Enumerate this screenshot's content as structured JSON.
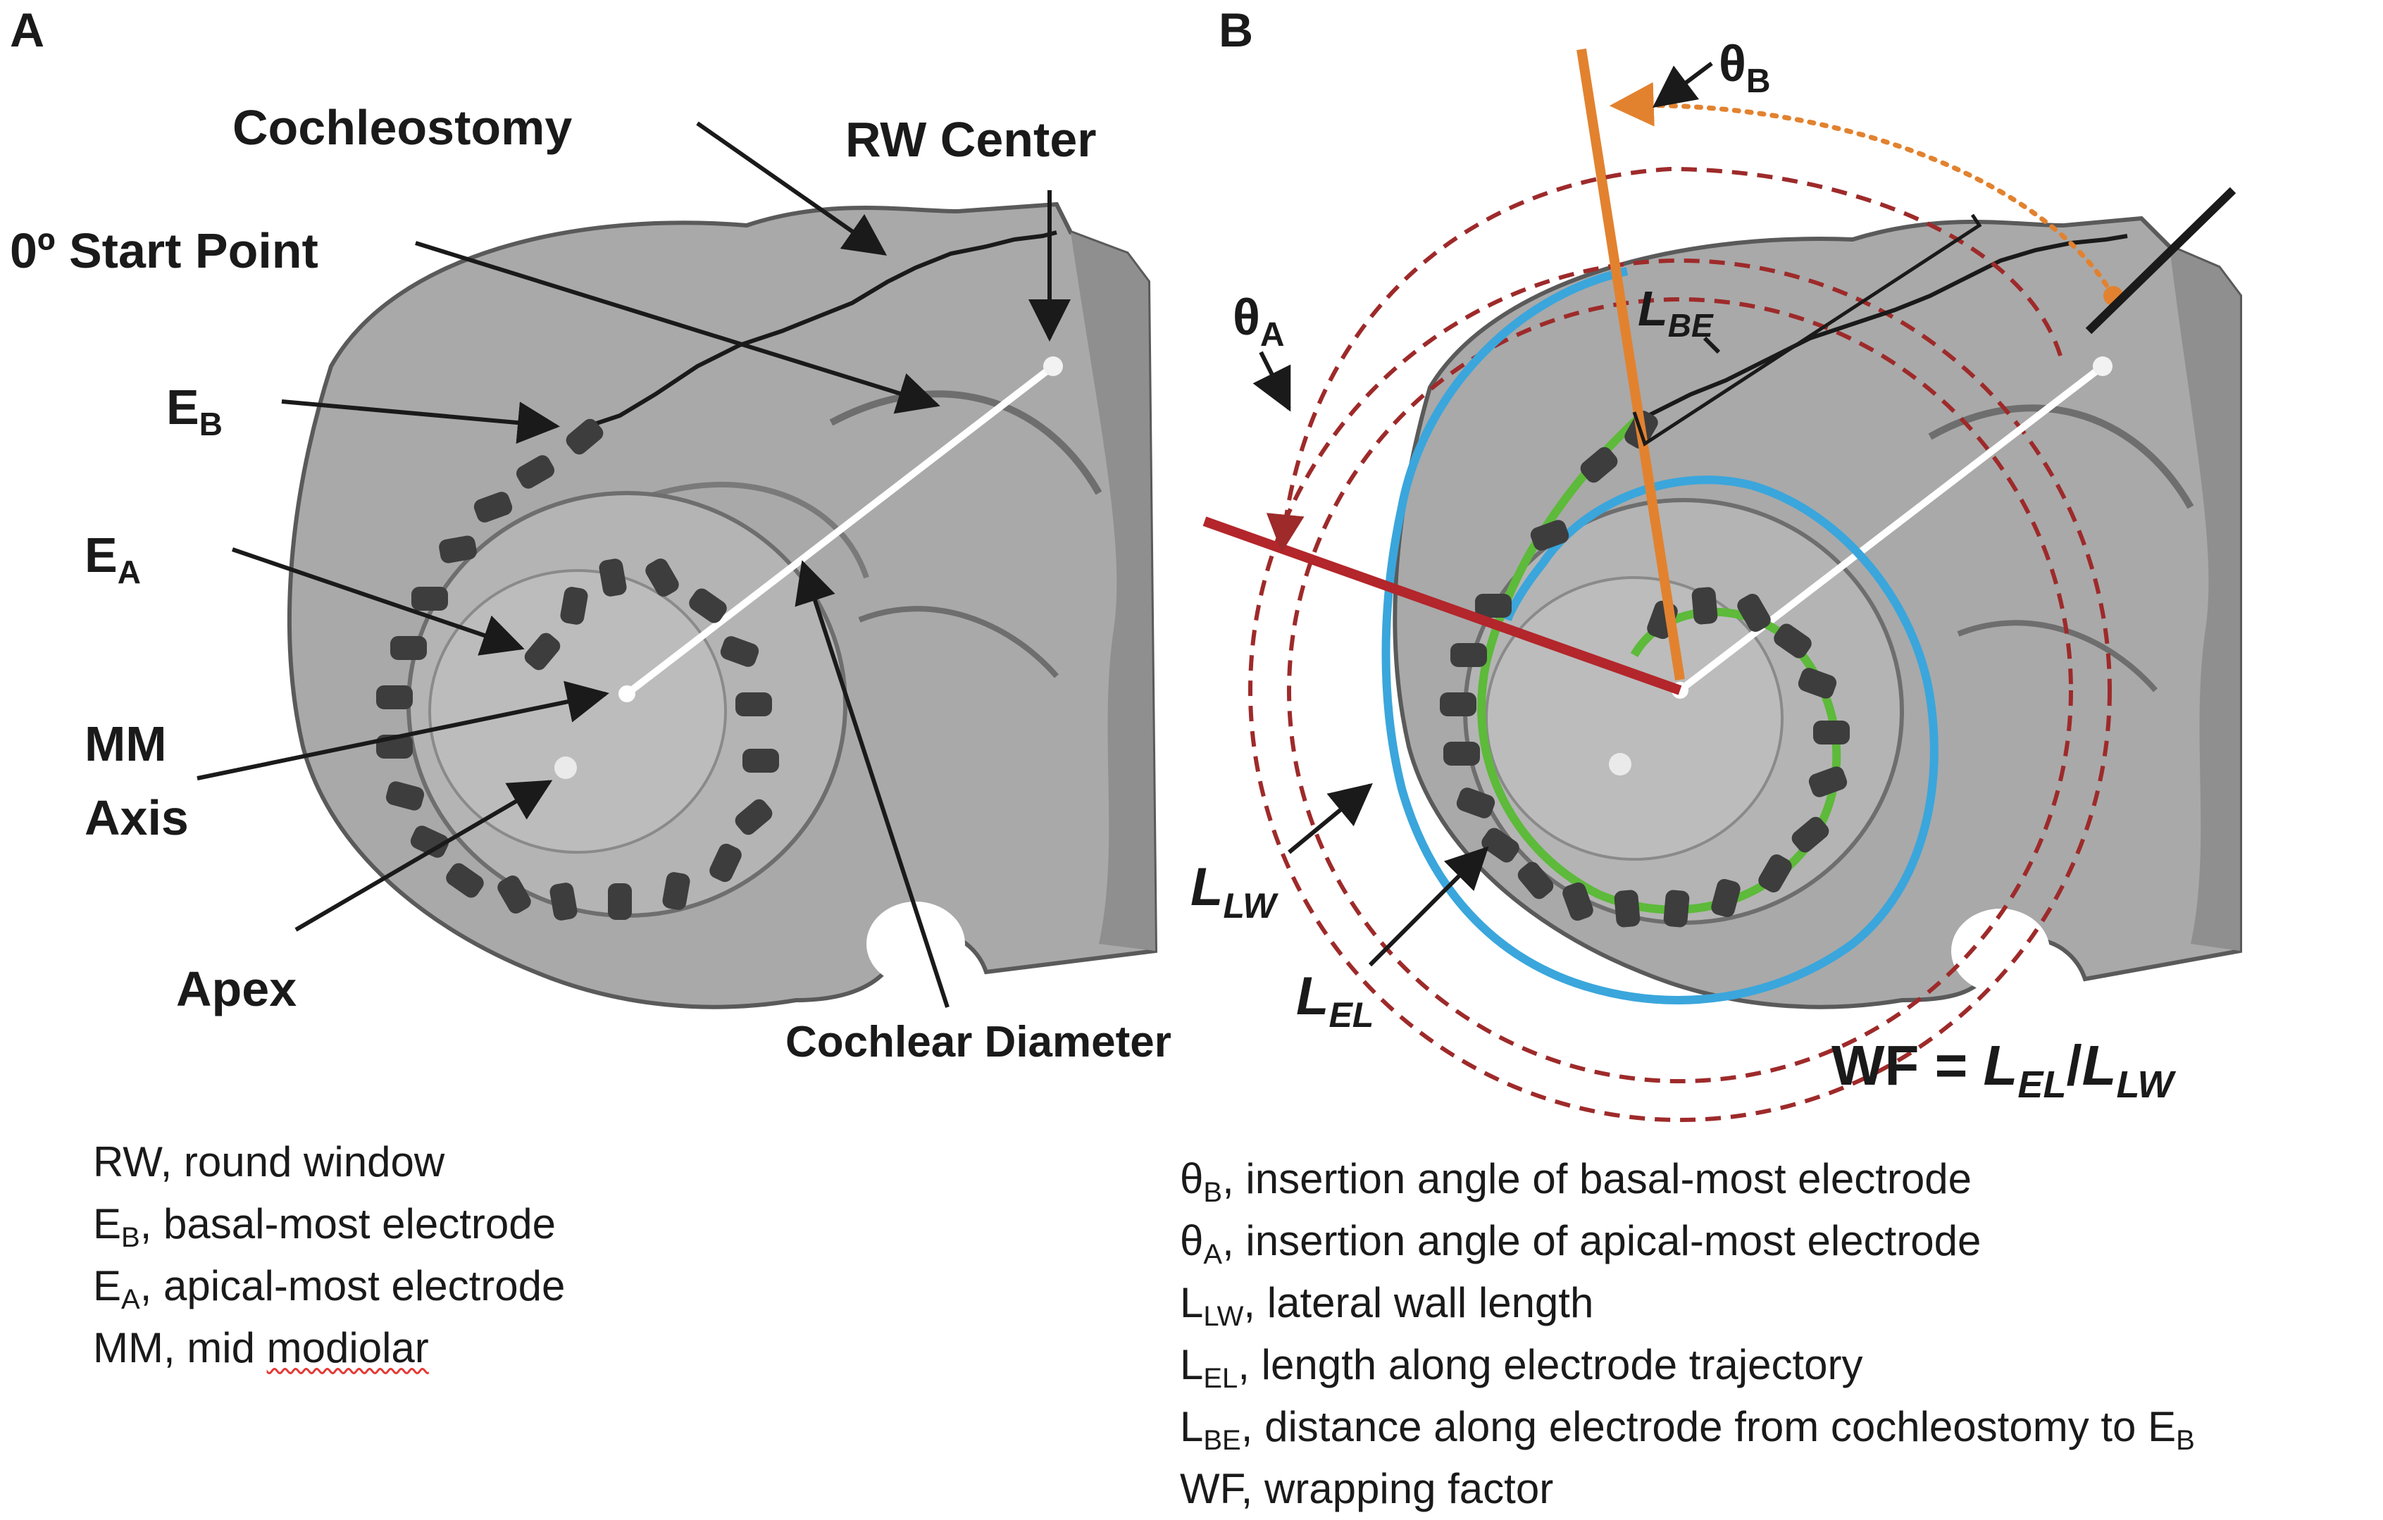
{
  "panels": {
    "a": {
      "letter": "A",
      "labels": {
        "cochleostomy": "Cochleostomy",
        "rw_center": "RW Center",
        "start_point": "0º Start Point",
        "eb_main": "E",
        "eb_sub": "B",
        "ea_main": "E",
        "ea_sub": "A",
        "mm_line1": "MM",
        "mm_line2": "Axis",
        "apex": "Apex",
        "cochlear_diameter": "Cochlear Diameter"
      }
    },
    "b": {
      "letter": "B",
      "labels": {
        "theta_b_main": "θ",
        "theta_b_sub": "B",
        "theta_a_main": "θ",
        "theta_a_sub": "A",
        "lbe_main": "L",
        "lbe_sub": "BE",
        "llw_main": "L",
        "llw_sub": "LW",
        "lel_main": "L",
        "lel_sub": "EL",
        "wf_prefix": "WF = ",
        "wf_num_main": "L",
        "wf_num_sub": "EL",
        "wf_slash": "/",
        "wf_den_main": "L",
        "wf_den_sub": "LW"
      }
    }
  },
  "legend_left": [
    {
      "main": "RW",
      "sub": "",
      "rest": ", round window"
    },
    {
      "main": "E",
      "sub": "B",
      "rest": ", basal-most electrode"
    },
    {
      "main": "E",
      "sub": "A",
      "rest": ", apical-most electrode"
    },
    {
      "main": "MM, mid ",
      "sub": "",
      "rest": "",
      "wavy": "modiolar"
    }
  ],
  "legend_right": [
    {
      "main": "θ",
      "sub": "B",
      "rest": ", insertion angle of basal-most electrode"
    },
    {
      "main": "θ",
      "sub": "A",
      "rest": ", insertion angle of apical-most electrode"
    },
    {
      "main": "L",
      "sub": "LW",
      "rest": ", lateral wall length"
    },
    {
      "main": "L",
      "sub": "EL",
      "rest": ", length along electrode trajectory"
    },
    {
      "main": "L",
      "sub": "BE",
      "rest": ", distance along electrode from cochleostomy to E",
      "tail_sub": "B"
    },
    {
      "main": "WF",
      "sub": "",
      "rest": ", wrapping factor"
    }
  ],
  "colors": {
    "tissue": "#a9a9a9",
    "tissue_shadow": "#6e6e6e",
    "electrode": "#3d3d3d",
    "lateral_wall_blue": "#3aa6dc",
    "electrode_green": "#5dba3a",
    "theta_b_orange": "#e2822f",
    "theta_a_red": "#b3262b",
    "dashed_circle": "#9e2a2a",
    "axis_white": "#ffffff"
  }
}
